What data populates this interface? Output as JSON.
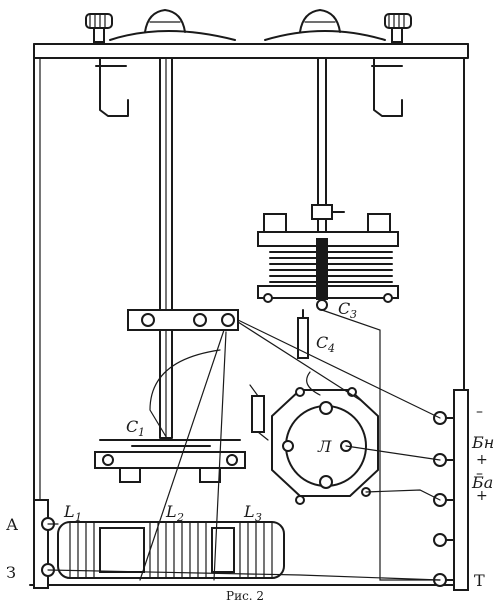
{
  "labels": {
    "C1": "C",
    "C1_sub": "1",
    "C3": "C",
    "C3_sub": "3",
    "C4": "C",
    "C4_sub": "4",
    "L1": "L",
    "L1_sub": "1",
    "L2": "L",
    "L2_sub": "2",
    "L3": "L",
    "L3_sub": "3",
    "lamp": "Л",
    "antenna": "А",
    "ground": "З",
    "phones": "Т",
    "bn": "Бн",
    "ba": "Ба",
    "minus_top": "–",
    "plus_bn": "+",
    "minus_ba": "–",
    "plus_ba": "+"
  },
  "caption": "Рис. 2"
}
